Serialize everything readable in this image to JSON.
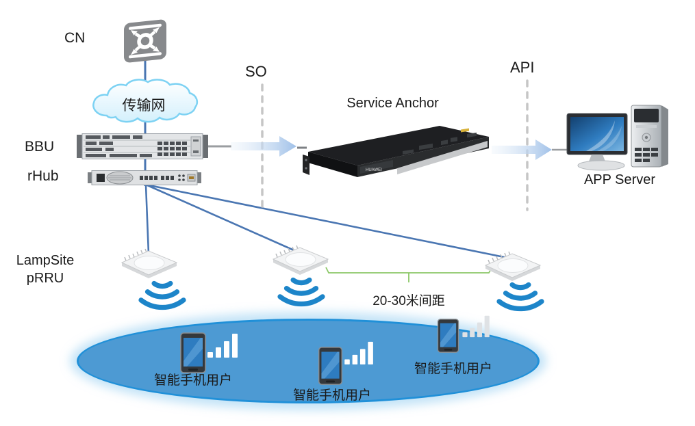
{
  "colors": {
    "wifi_blue": "#1d85c9",
    "link_blue": "#4a76b2",
    "dash_gray": "#c6c6c6",
    "arrow_fill": "#9fc0e8",
    "bracket_green": "#8cc868",
    "ellipse_fill": "#4d9ad3",
    "ellipse_stroke": "#2090d8",
    "cloud_stroke": "#7dd2f3",
    "text": "#1a1a1a"
  },
  "nodes": {
    "cn": {
      "label": "CN"
    },
    "transport": {
      "label": "传输网"
    },
    "bbu": {
      "label": "BBU"
    },
    "rhub": {
      "label": "rHub"
    },
    "service_anchor": {
      "label": "Service Anchor",
      "brand": "HUAWEI"
    },
    "app_server": {
      "label": "APP Server"
    },
    "lampsite": {
      "line1": "LampSite",
      "line2": "pRRU"
    }
  },
  "interfaces": {
    "so": {
      "label": "SO"
    },
    "api": {
      "label": "API"
    }
  },
  "annotations": {
    "prru_spacing": {
      "label": "20-30米间距"
    }
  },
  "users": [
    {
      "label": "智能手机用户"
    },
    {
      "label": "智能手机用户"
    },
    {
      "label": "智能手机用户"
    }
  ]
}
